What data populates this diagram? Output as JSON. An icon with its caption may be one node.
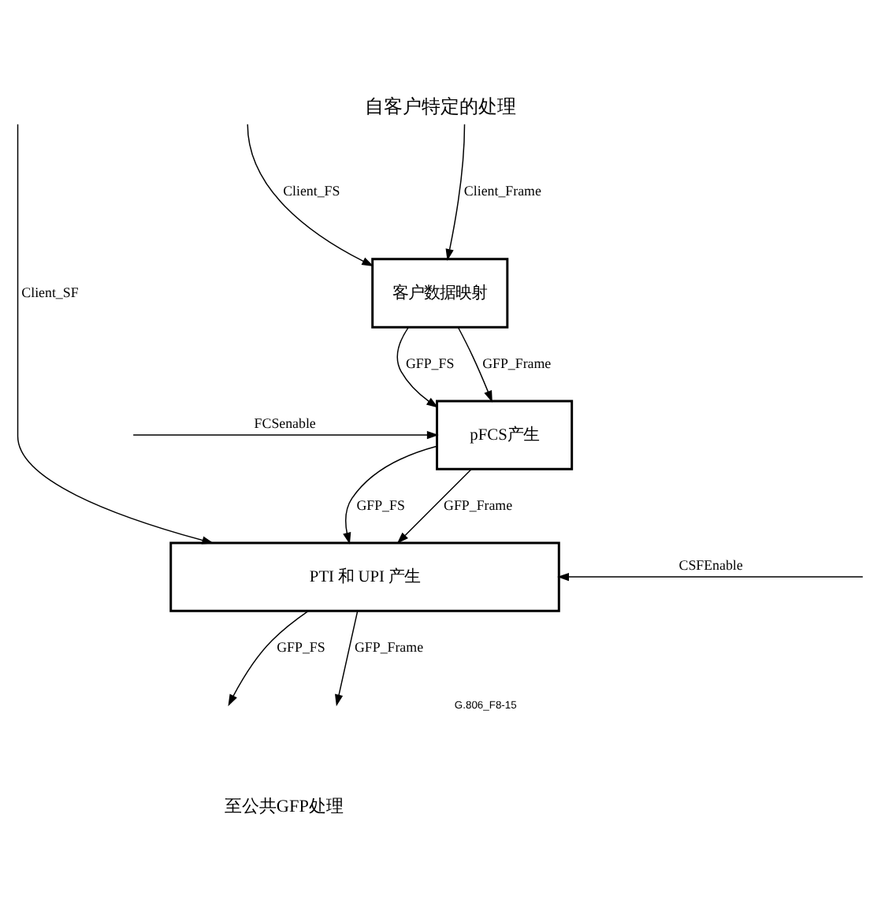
{
  "diagram": {
    "title": "自客户特定的处理",
    "caption": "至公共GFP处理",
    "nodes": [
      {
        "text": [
          "客户数据映射"
        ]
      },
      {
        "text": [
          "pFCS产生"
        ]
      },
      {
        "text": [
          "PTI 和 UPI 产生"
        ]
      }
    ],
    "edges": [
      {
        "from": null,
        "to": 0,
        "arrow": "to",
        "label": "Client_FS"
      },
      {
        "from": null,
        "to": 0,
        "arrow": "to",
        "label": "Client_Frame"
      },
      {
        "from": 0,
        "to": 1,
        "arrow": "to",
        "label": "GFP_FS"
      },
      {
        "from": 0,
        "to": 1,
        "arrow": "to",
        "label": "GFP_Frame"
      },
      {
        "from": null,
        "to": 1,
        "arrow": "to",
        "label": "FCSenable"
      },
      {
        "from": 1,
        "to": 2,
        "arrow": "to",
        "label": "GFP_FS"
      },
      {
        "from": 1,
        "to": 2,
        "arrow": "to",
        "label": "GFP_Frame"
      },
      {
        "from": null,
        "to": 2,
        "arrow": "to",
        "label": "Client_SF"
      },
      {
        "from": null,
        "to": 2,
        "arrow": "to",
        "label": "CSFEnable"
      },
      {
        "from": 2,
        "to": null,
        "arrow": "to",
        "label": "GFP_FS"
      },
      {
        "from": 2,
        "to": null,
        "arrow": "to",
        "label": "GFP_Frame"
      }
    ],
    "labels": [
      "G.806_F8-15"
    ]
  }
}
